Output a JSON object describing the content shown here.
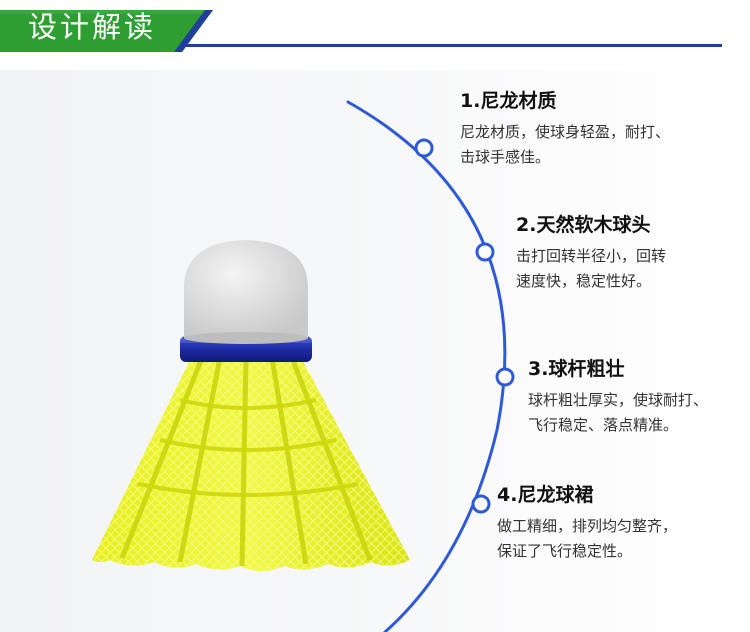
{
  "header": {
    "title": "设计解读",
    "colors": {
      "green": "#2e9e33",
      "blue": "#1f3f9a"
    }
  },
  "product_image": "badminton-shuttlecock",
  "accent_color": "#2f5ad6",
  "features": [
    {
      "title": "1.尼龙材质",
      "desc": "尼龙材质，使球身轻盈，耐打、\n击球手感佳。"
    },
    {
      "title": "2.天然软木球头",
      "desc": "击打回转半径小，回转\n速度快，稳定性好。"
    },
    {
      "title": "3.球杆粗壮",
      "desc": "球杆粗壮厚实，使球耐打、\n飞行稳定、落点精准。"
    },
    {
      "title": "4.尼龙球裙",
      "desc": "做工精细，排列均匀整齐，\n保证了飞行稳定性。"
    }
  ]
}
